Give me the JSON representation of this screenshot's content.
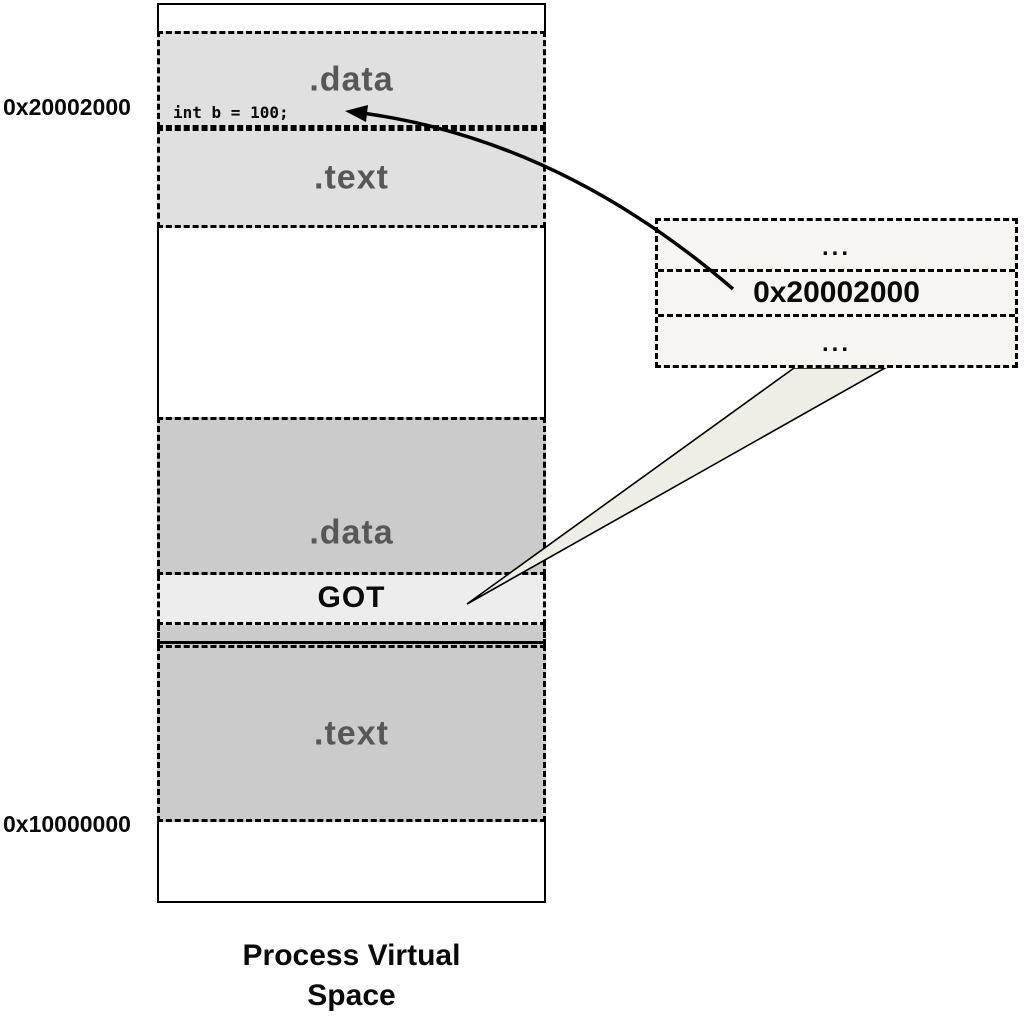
{
  "diagram": {
    "title": {
      "line1": "Process Virtual",
      "line2": "Space"
    },
    "addresses": {
      "top": "0x20002000",
      "bottom": "0x10000000"
    },
    "executable": {
      "data_label": ".data",
      "text_label": ".text",
      "code_annotation": "int b = 100;"
    },
    "library": {
      "data_label": ".data",
      "got_label": "GOT",
      "text_label": ".text"
    },
    "got_table": {
      "rows": [
        "...",
        "0x20002000",
        "..."
      ]
    },
    "colors": {
      "section_light": "#e0e0e0",
      "section_mid": "#cbcbcb",
      "got_fill": "#ededed",
      "table_fill": "#f6f5f1",
      "wedge_fill": "#efeee6",
      "label_gray": "#575757",
      "line_black": "#000000"
    }
  }
}
